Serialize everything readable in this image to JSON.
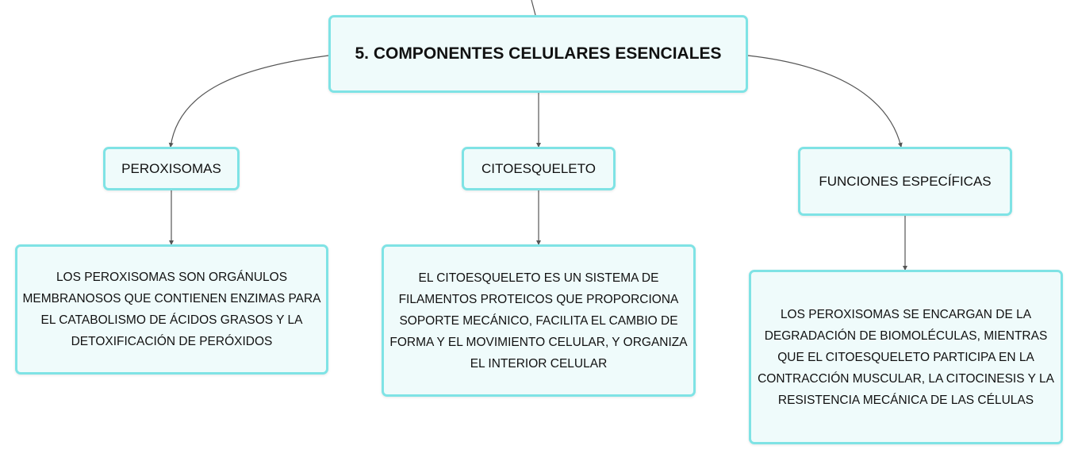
{
  "central_topic": {
    "label": "5. COMPONENTES CELULARES ESENCIALES"
  },
  "colors": {
    "node_border": "#7fe3e5",
    "node_fill": "#effbfb",
    "connector": "#555555"
  },
  "branches": [
    {
      "label": "PEROXISOMAS",
      "detail": "LOS PEROXISOMAS SON ORGÁNULOS MEMBRANOSOS QUE CONTIENEN ENZIMAS PARA EL CATABOLISMO DE ÁCIDOS GRASOS Y LA DETOXIFICACIÓN DE PERÓXIDOS"
    },
    {
      "label": "CITOESQUELETO",
      "detail": "EL CITOESQUELETO ES UN SISTEMA DE FILAMENTOS PROTEICOS QUE PROPORCIONA SOPORTE MECÁNICO, FACILITA EL CAMBIO DE FORMA Y EL MOVIMIENTO CELULAR, Y ORGANIZA EL INTERIOR CELULAR"
    },
    {
      "label": "FUNCIONES ESPECÍFICAS",
      "detail": "LOS PEROXISOMAS SE ENCARGAN DE LA DEGRADACIÓN DE BIOMOLÉCULAS, MIENTRAS QUE EL CITOESQUELETO PARTICIPA EN LA CONTRACCIÓN MUSCULAR, LA CITOCINESIS Y LA RESISTENCIA MECÁNICA DE LAS CÉLULAS"
    }
  ]
}
